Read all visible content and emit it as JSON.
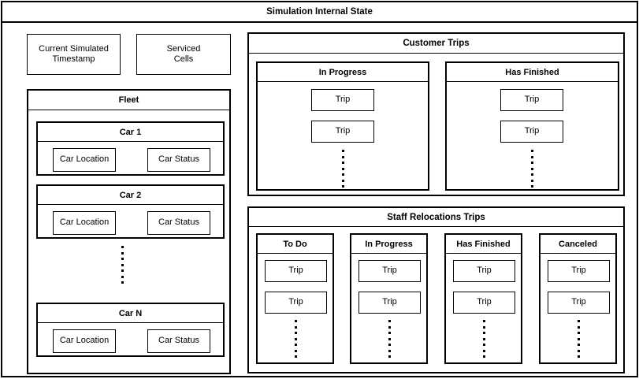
{
  "diagram": {
    "title": "Simulation Internal State",
    "colors": {
      "stroke": "#000000",
      "background": "#ffffff",
      "text": "#000000"
    },
    "ellipsis": {
      "glyph": "vertical-ellipsis",
      "dot_count": 7
    }
  },
  "top_widgets": [
    {
      "label": "Current Simulated\nTimestamp",
      "name": "current-simulated-timestamp"
    },
    {
      "label": "Serviced\nCells",
      "name": "serviced-cells"
    }
  ],
  "fleet": {
    "title": "Fleet",
    "cars": [
      {
        "title": "Car 1",
        "location_label": "Car Location",
        "status_label": "Car Status"
      },
      {
        "title": "Car 2",
        "location_label": "Car Location",
        "status_label": "Car Status"
      },
      {
        "title": "Car N",
        "location_label": "Car Location",
        "status_label": "Car Status"
      }
    ]
  },
  "customer_trips": {
    "title": "Customer Trips",
    "columns": [
      {
        "title": "In Progress",
        "trips": [
          "Trip",
          "Trip"
        ]
      },
      {
        "title": "Has Finished",
        "trips": [
          "Trip",
          "Trip"
        ]
      }
    ]
  },
  "staff_relocations_trips": {
    "title": "Staff Relocations Trips",
    "columns": [
      {
        "title": "To Do",
        "trips": [
          "Trip",
          "Trip"
        ]
      },
      {
        "title": "In Progress",
        "trips": [
          "Trip",
          "Trip"
        ]
      },
      {
        "title": "Has Finished",
        "trips": [
          "Trip",
          "Trip"
        ]
      },
      {
        "title": "Canceled",
        "trips": [
          "Trip",
          "Trip"
        ]
      }
    ]
  }
}
